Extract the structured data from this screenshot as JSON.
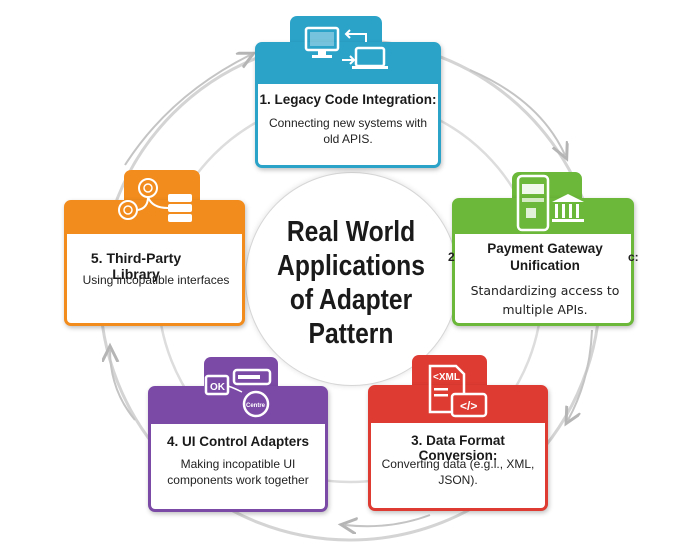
{
  "center": {
    "title": "Real World Applications of Adapter Pattern"
  },
  "cards": [
    {
      "title": "1. Legacy Code Integration:",
      "desc": "Connecting new systems with old APIS.",
      "color": "#2ba3c9"
    },
    {
      "title": "Payment Gateway Unification",
      "desc": "Standardizing access to multiple APIs.",
      "color": "#6cb83a",
      "stray": "2",
      "stray_right": "c:"
    },
    {
      "title": "3. Data Format Conversion:",
      "desc": "Converting data (e.g.l., XML, JSON).",
      "color": "#de3b32"
    },
    {
      "title": "4. UI Control Adapters",
      "desc": "Making incopatible UI components work together",
      "color": "#7b4aa6"
    },
    {
      "title": "5. Third-Party Library",
      "desc": "Using incopatible interfaces",
      "color": "#f28c1d"
    }
  ],
  "icons": {
    "card1": "computer-laptop-sync-icon",
    "card2": "mobile-payment-bank-icon",
    "card3": "xml-code-file-icon",
    "card4": "ui-control-buttons-icon",
    "card5": "library-network-database-icon",
    "xml_text": "<XML",
    "code_text": "</>",
    "ok_text": "OK",
    "center_text": "Centre"
  }
}
